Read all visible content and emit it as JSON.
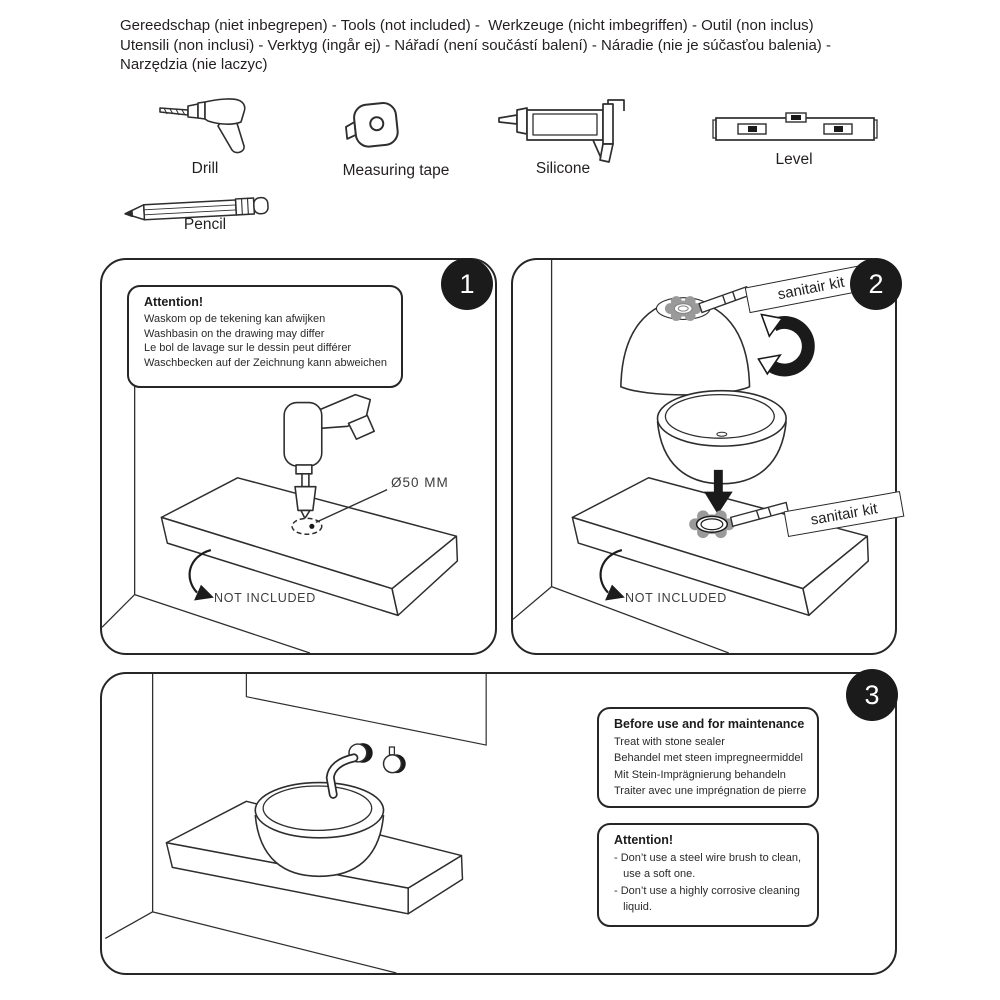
{
  "colors": {
    "ink": "#2e2e2e",
    "badge": "#1b1b1b",
    "gasket_gray": "#9a9a9a"
  },
  "header": {
    "lines": [
      "Gereedschap (niet inbegrepen) - Tools (not included) -  Werkzeuge (nicht imbegriffen) - Outil (non inclus)",
      "Utensili (non inclusi) - Verktyg (ingår ej) - Nářadí (není součástí balení) - Náradie (nie je súčasťou balenia) -",
      "Narzędzia (nie laczyc)"
    ]
  },
  "tools": {
    "items": [
      {
        "id": "drill",
        "label": "Drill"
      },
      {
        "id": "measuring-tape",
        "label": "Measuring tape"
      },
      {
        "id": "silicone",
        "label": "Silicone"
      },
      {
        "id": "level",
        "label": "Level"
      },
      {
        "id": "pencil",
        "label": "Pencil"
      }
    ]
  },
  "steps": {
    "step1": {
      "badge": "1",
      "attention": {
        "title": "Attention!",
        "lines": [
          "Waskom op de tekening kan afwijken",
          "Washbasin on the drawing may differ",
          "Le bol de lavage sur le dessin peut différer",
          "Waschbecken auf der Zeichnung kann abweichen"
        ]
      },
      "hole_diameter_label": "Ø50 MM",
      "not_included_label": "NOT INCLUDED"
    },
    "step2": {
      "badge": "2",
      "kit_label_top": "sanitair kit",
      "kit_label_bottom": "sanitair kit",
      "not_included_label": "NOT INCLUDED"
    },
    "step3": {
      "badge": "3",
      "before_use": {
        "title": "Before use and for maintenance",
        "lines": [
          "Treat with stone sealer",
          "Behandel met steen impregneermiddel",
          "Mit Stein-Imprägnierung behandeln",
          "Traiter avec une imprégnation de pierre"
        ]
      },
      "attention": {
        "title": "Attention!",
        "lines": [
          "- Don’t use a steel wire brush to clean,",
          "   use a soft one.",
          "- Don’t use a highly corrosive cleaning",
          "   liquid."
        ]
      }
    }
  }
}
